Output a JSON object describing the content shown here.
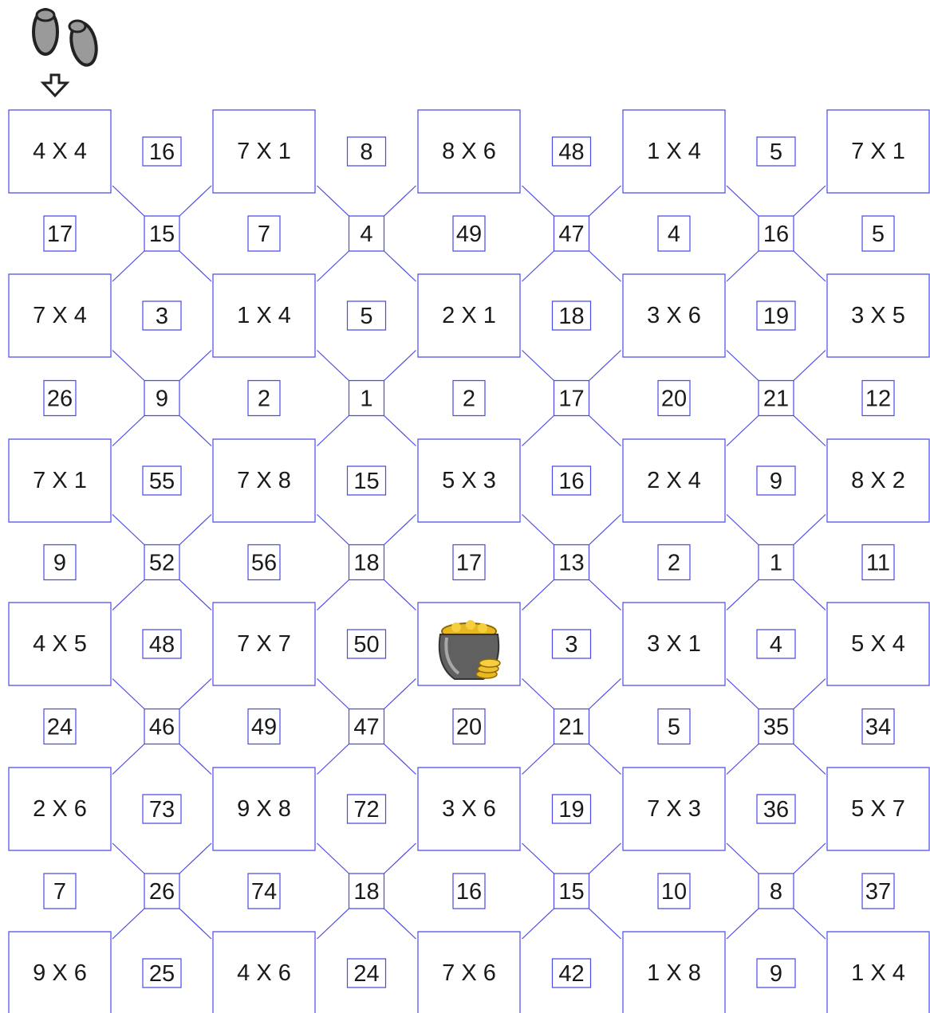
{
  "cells": [
    [
      "4 X 4",
      "7 X 1",
      "8 X 6",
      "1 X 4",
      "7 X 1"
    ],
    [
      "7 X 4",
      "1 X 4",
      "2 X 1",
      "3 X 6",
      "3 X 5"
    ],
    [
      "7 X 1",
      "7 X 8",
      "5 X 3",
      "2 X 4",
      "8 X 2"
    ],
    [
      "4 X 5",
      "7 X 7",
      "",
      "3 X 1",
      "5 X 4"
    ],
    [
      "2 X 6",
      "9 X 8",
      "3 X 6",
      "7 X 3",
      "5 X 7"
    ],
    [
      "9 X 6",
      "4 X 6",
      "7 X 6",
      "1 X 8",
      "1 X 4"
    ]
  ],
  "horizontal_connectors": [
    [
      "16",
      "8",
      "48",
      "5"
    ],
    [
      "3",
      "5",
      "18",
      "19"
    ],
    [
      "55",
      "15",
      "16",
      "9"
    ],
    [
      "48",
      "50",
      "3",
      "4"
    ],
    [
      "73",
      "72",
      "19",
      "36"
    ],
    [
      "25",
      "24",
      "42",
      "9"
    ]
  ],
  "vertical_connectors": [
    [
      "17",
      "7",
      "49",
      "4",
      "5"
    ],
    [
      "26",
      "2",
      "2",
      "20",
      "12"
    ],
    [
      "9",
      "56",
      "17",
      "2",
      "11"
    ],
    [
      "24",
      "49",
      "20",
      "5",
      "34"
    ],
    [
      "7",
      "74",
      "16",
      "10",
      "37"
    ]
  ],
  "diagonal_connectors": [
    [
      "15",
      "4",
      "47",
      "16"
    ],
    [
      "9",
      "1",
      "17",
      "21"
    ],
    [
      "52",
      "18",
      "13",
      "1"
    ],
    [
      "46",
      "47",
      "21",
      "35"
    ],
    [
      "26",
      "18",
      "15",
      "8"
    ]
  ],
  "start_icon": "footprints-icon",
  "start_arrow_icon": "arrow-down-icon",
  "goal_icon": "pot-of-gold-icon",
  "goal_cell": [
    3,
    2
  ],
  "colors": {
    "wall": "#4a4ae8",
    "text": "#1a1a1a",
    "gold": "#e8b820",
    "pot": "#555555"
  }
}
